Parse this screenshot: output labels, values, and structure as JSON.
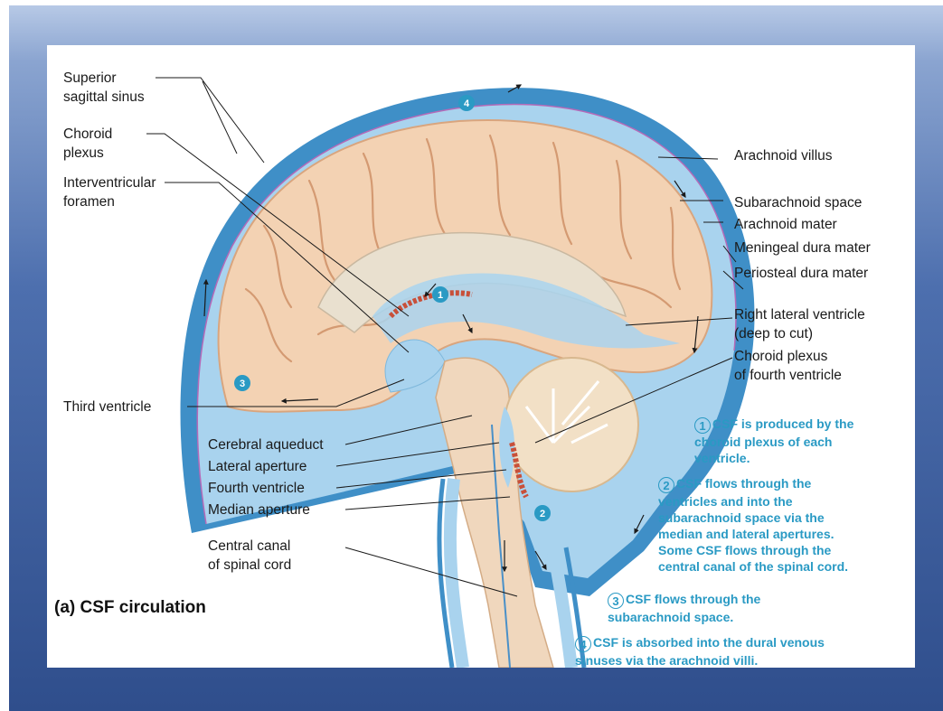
{
  "labels_left": {
    "superior_sagittal_sinus": "Superior\nsagittal sinus",
    "choroid_plexus": "Choroid\nplexus",
    "interventricular_foramen": "Interventricular\nforamen",
    "third_ventricle": "Third ventricle",
    "cerebral_aqueduct": "Cerebral aqueduct",
    "lateral_aperture": "Lateral aperture",
    "fourth_ventricle": "Fourth ventricle",
    "median_aperture": "Median aperture",
    "central_canal": "Central canal\nof spinal cord"
  },
  "labels_right": {
    "arachnoid_villus": "Arachnoid villus",
    "subarachnoid_space": "Subarachnoid space",
    "arachnoid_mater": "Arachnoid mater",
    "meningeal_dura_mater": "Meningeal dura mater",
    "periosteal_dura_mater": "Periosteal dura mater",
    "right_lateral_ventricle": "Right lateral ventricle\n(deep to cut)",
    "choroid_plexus_fourth": "Choroid plexus\nof fourth ventricle"
  },
  "legend": [
    {
      "number": "1",
      "text": "CSF is produced by the\nchoroid plexus of each\nventricle."
    },
    {
      "number": "2",
      "text": "CSF flows through the\nventricles and into the\nsubarachnoid space via the\nmedian and lateral apertures.\nSome CSF flows through the\ncentral canal of the spinal cord."
    },
    {
      "number": "3",
      "text": "CSF flows through the\nsubarachnoid space."
    },
    {
      "number": "4",
      "text": "CSF is absorbed into the dural venous\nsinuses via the arachnoid villi."
    }
  ],
  "step_markers": [
    "1",
    "2",
    "3",
    "4"
  ],
  "caption": "(a)  CSF circulation",
  "colors": {
    "csf_blue": "#a9d3ee",
    "dura_blue": "#3f8fc7",
    "brain": "#f3d2b3",
    "cerebellum": "#f2e0c6",
    "choroid_red": "#c8503a",
    "legend_text": "#2a9ac4"
  }
}
